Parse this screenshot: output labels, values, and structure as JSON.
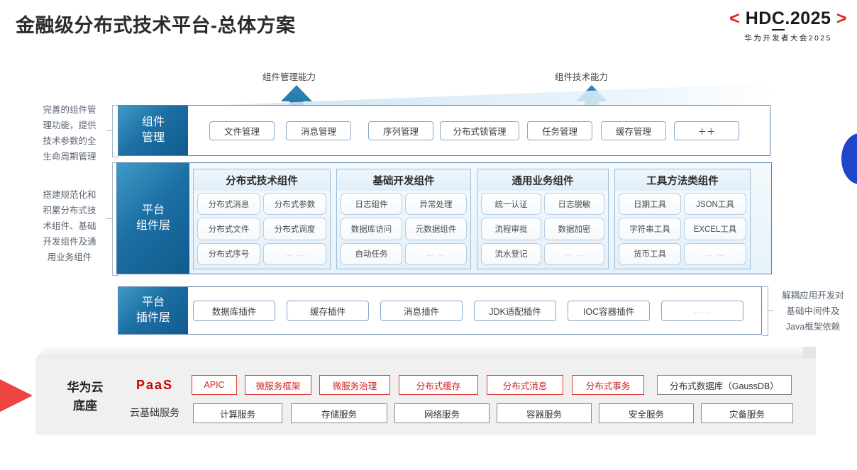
{
  "header": {
    "title": "金融级分布式技术平台-总体方案",
    "logo_left_bracket": "<",
    "logo_main": "HDC.2025",
    "logo_underline_char": "C",
    "logo_right_bracket": ">",
    "logo_sub": "华为开发者大会2025",
    "accent_red": "#e2231a"
  },
  "arrows": [
    {
      "label": "组件管理能力"
    },
    {
      "label": "组件技术能力"
    }
  ],
  "annotations": {
    "left_top": "完善的组件管理功能，提供技术参数的全生命周期管理",
    "left_top_lines": [
      "完善的组件管",
      "理功能，提供",
      "技术参数的全",
      "生命周期管理"
    ],
    "left_bottom_lines": [
      "搭建规范化和",
      "积累分布式技",
      "术组件、基础",
      "开发组件及通",
      "用业务组件"
    ],
    "right_lines": [
      "解耦应用开发对",
      "基础中间件及",
      "Java框架依赖"
    ]
  },
  "component_management": {
    "label_lines": [
      "组件",
      "管理"
    ],
    "items": [
      "文件管理",
      "消息管理",
      "序列管理",
      "分布式锁管理",
      "任务管理",
      "缓存管理",
      "＋＋"
    ]
  },
  "platform_component_layer": {
    "label_lines": [
      "平台",
      "组件层"
    ],
    "groups": [
      {
        "title": "分布式技术组件",
        "cells": [
          "分布式消息",
          "分布式参数",
          "分布式文件",
          "分布式调度",
          "分布式序号",
          "… …"
        ]
      },
      {
        "title": "基础开发组件",
        "cells": [
          "日志组件",
          "异常处理",
          "数据库访问",
          "元数据组件",
          "自动任务",
          "… …"
        ]
      },
      {
        "title": "通用业务组件",
        "cells": [
          "统一认证",
          "日志脱敏",
          "流程审批",
          "数据加密",
          "流水登记",
          "… …"
        ]
      },
      {
        "title": "工具方法类组件",
        "cells": [
          "日期工具",
          "JSON工具",
          "字符串工具",
          "EXCEL工具",
          "货币工具",
          "… …"
        ]
      }
    ]
  },
  "platform_plugin_layer": {
    "label_lines": [
      "平台",
      "插件层"
    ],
    "items": [
      "数据库插件",
      "缓存插件",
      "消息插件",
      "JDK适配插件",
      "IOC容器插件",
      "……"
    ]
  },
  "cloud_base": {
    "label_lines": [
      "华为云",
      "底座"
    ],
    "paas_label": "PaaS",
    "cloud_label": "云基础服务",
    "paas_items": [
      {
        "label": "APIC",
        "style": "red",
        "width": 66
      },
      {
        "label": "微服务框架",
        "style": "red",
        "width": 97
      },
      {
        "label": "微服务治理",
        "style": "red",
        "width": 103
      },
      {
        "label": "分布式缓存",
        "style": "red",
        "width": 115
      },
      {
        "label": "分布式消息",
        "style": "red",
        "width": 110
      },
      {
        "label": "分布式事务",
        "style": "red",
        "width": 104
      },
      {
        "label": "分布式数据库（GaussDB）",
        "style": "neutral",
        "width": 183
      }
    ],
    "cloud_items": [
      "计算服务",
      "存储服务",
      "网络服务",
      "容器服务",
      "安全服务",
      "灾备服务"
    ]
  },
  "colors": {
    "layer_blue_dark": "#115b8e",
    "layer_blue_light": "#3e9bc6",
    "frame_border": "#5b84ad",
    "paas_red": "#d62222",
    "slab_gray": "#f0f0f0"
  }
}
